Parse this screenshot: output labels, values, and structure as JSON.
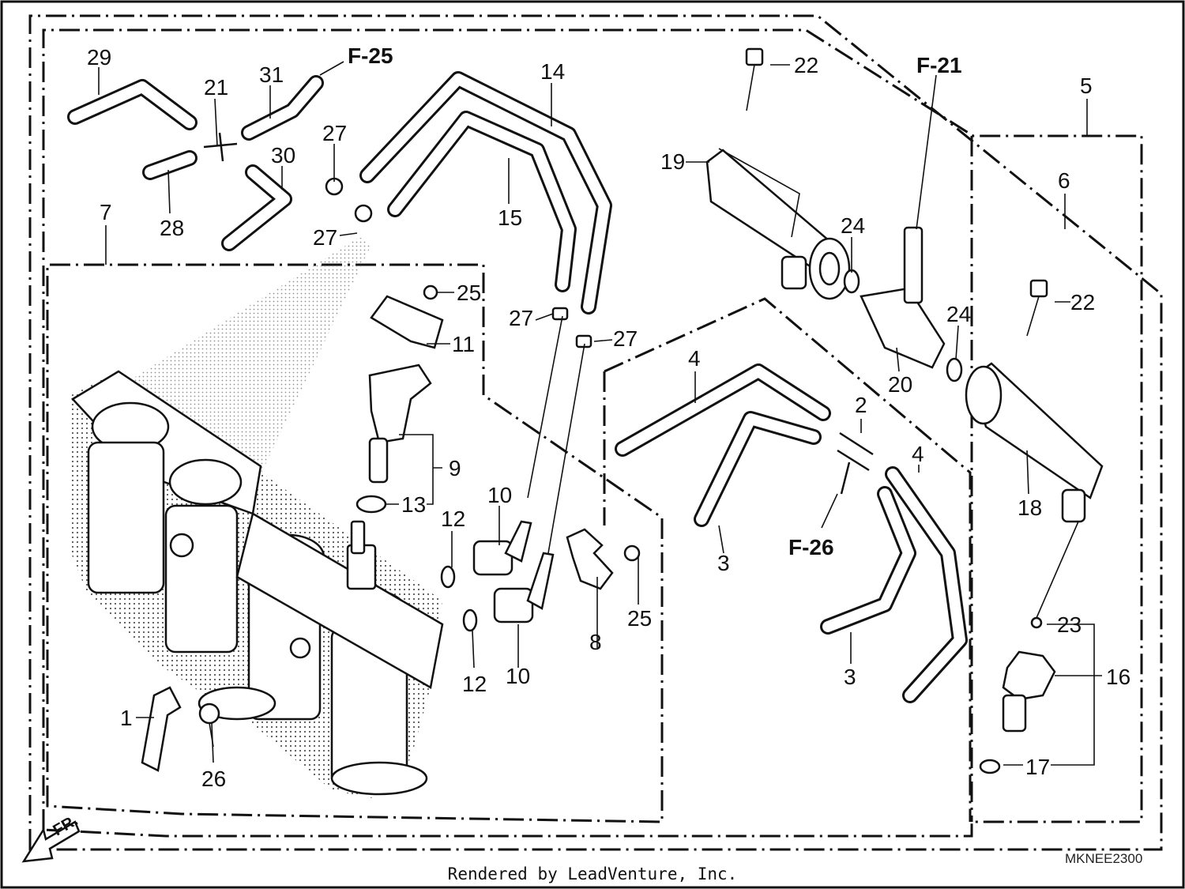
{
  "diagram": {
    "ref_labels": [
      "F-25",
      "F-21",
      "F-26"
    ],
    "diagram_code": "MKNEE2300",
    "front_arrow": "FR.",
    "credit": "Rendered by LeadVenture, Inc.",
    "callouts": {
      "c29": "29",
      "c21": "21",
      "c31": "31",
      "c28": "28",
      "c30": "30",
      "c27a": "27",
      "c27b": "27",
      "c27c": "27",
      "c27d": "27",
      "c14": "14",
      "c15": "15",
      "c7": "7",
      "c25a": "25",
      "c25b": "25",
      "c11": "11",
      "c9": "9",
      "c13": "13",
      "c12a": "12",
      "c12b": "12",
      "c10a": "10",
      "c10b": "10",
      "c8": "8",
      "c1": "1",
      "c26": "26",
      "c22a": "22",
      "c22b": "22",
      "c5": "5",
      "c6": "6",
      "c19": "19",
      "c24a": "24",
      "c24b": "24",
      "c20": "20",
      "c4a": "4",
      "c4b": "4",
      "c2": "2",
      "c3a": "3",
      "c3b": "3",
      "c18": "18",
      "c23": "23",
      "c16": "16",
      "c17": "17"
    }
  }
}
